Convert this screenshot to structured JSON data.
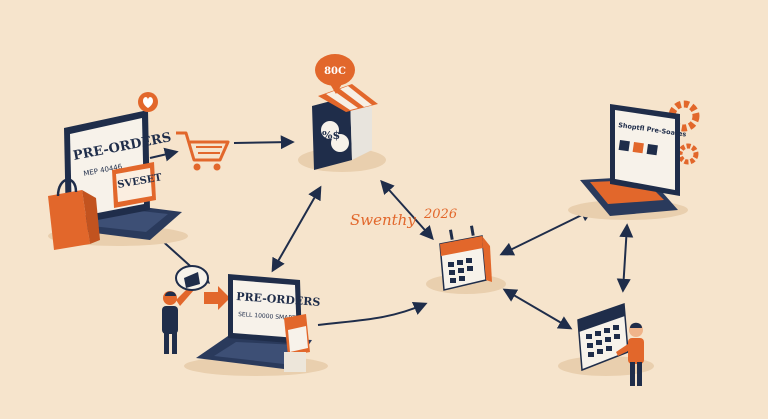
{
  "left_laptop": {
    "title": "PRE-ORDERS",
    "subtitle": "MEP 40446",
    "tag": "SVESET"
  },
  "shop_badge": {
    "label": "80C",
    "symbol": "%$"
  },
  "center_laptop": {
    "title": "PRE-ORDERS",
    "subtitle": "SELL 10000 SMART"
  },
  "right_laptop": {
    "title": "Shoptfl Pre-Soates"
  },
  "handwritten": {
    "label": "Swenthy",
    "year": "2026"
  },
  "colors": {
    "background": "#f6e4cc",
    "navy": "#1f2d4a",
    "orange": "#e2672b"
  }
}
